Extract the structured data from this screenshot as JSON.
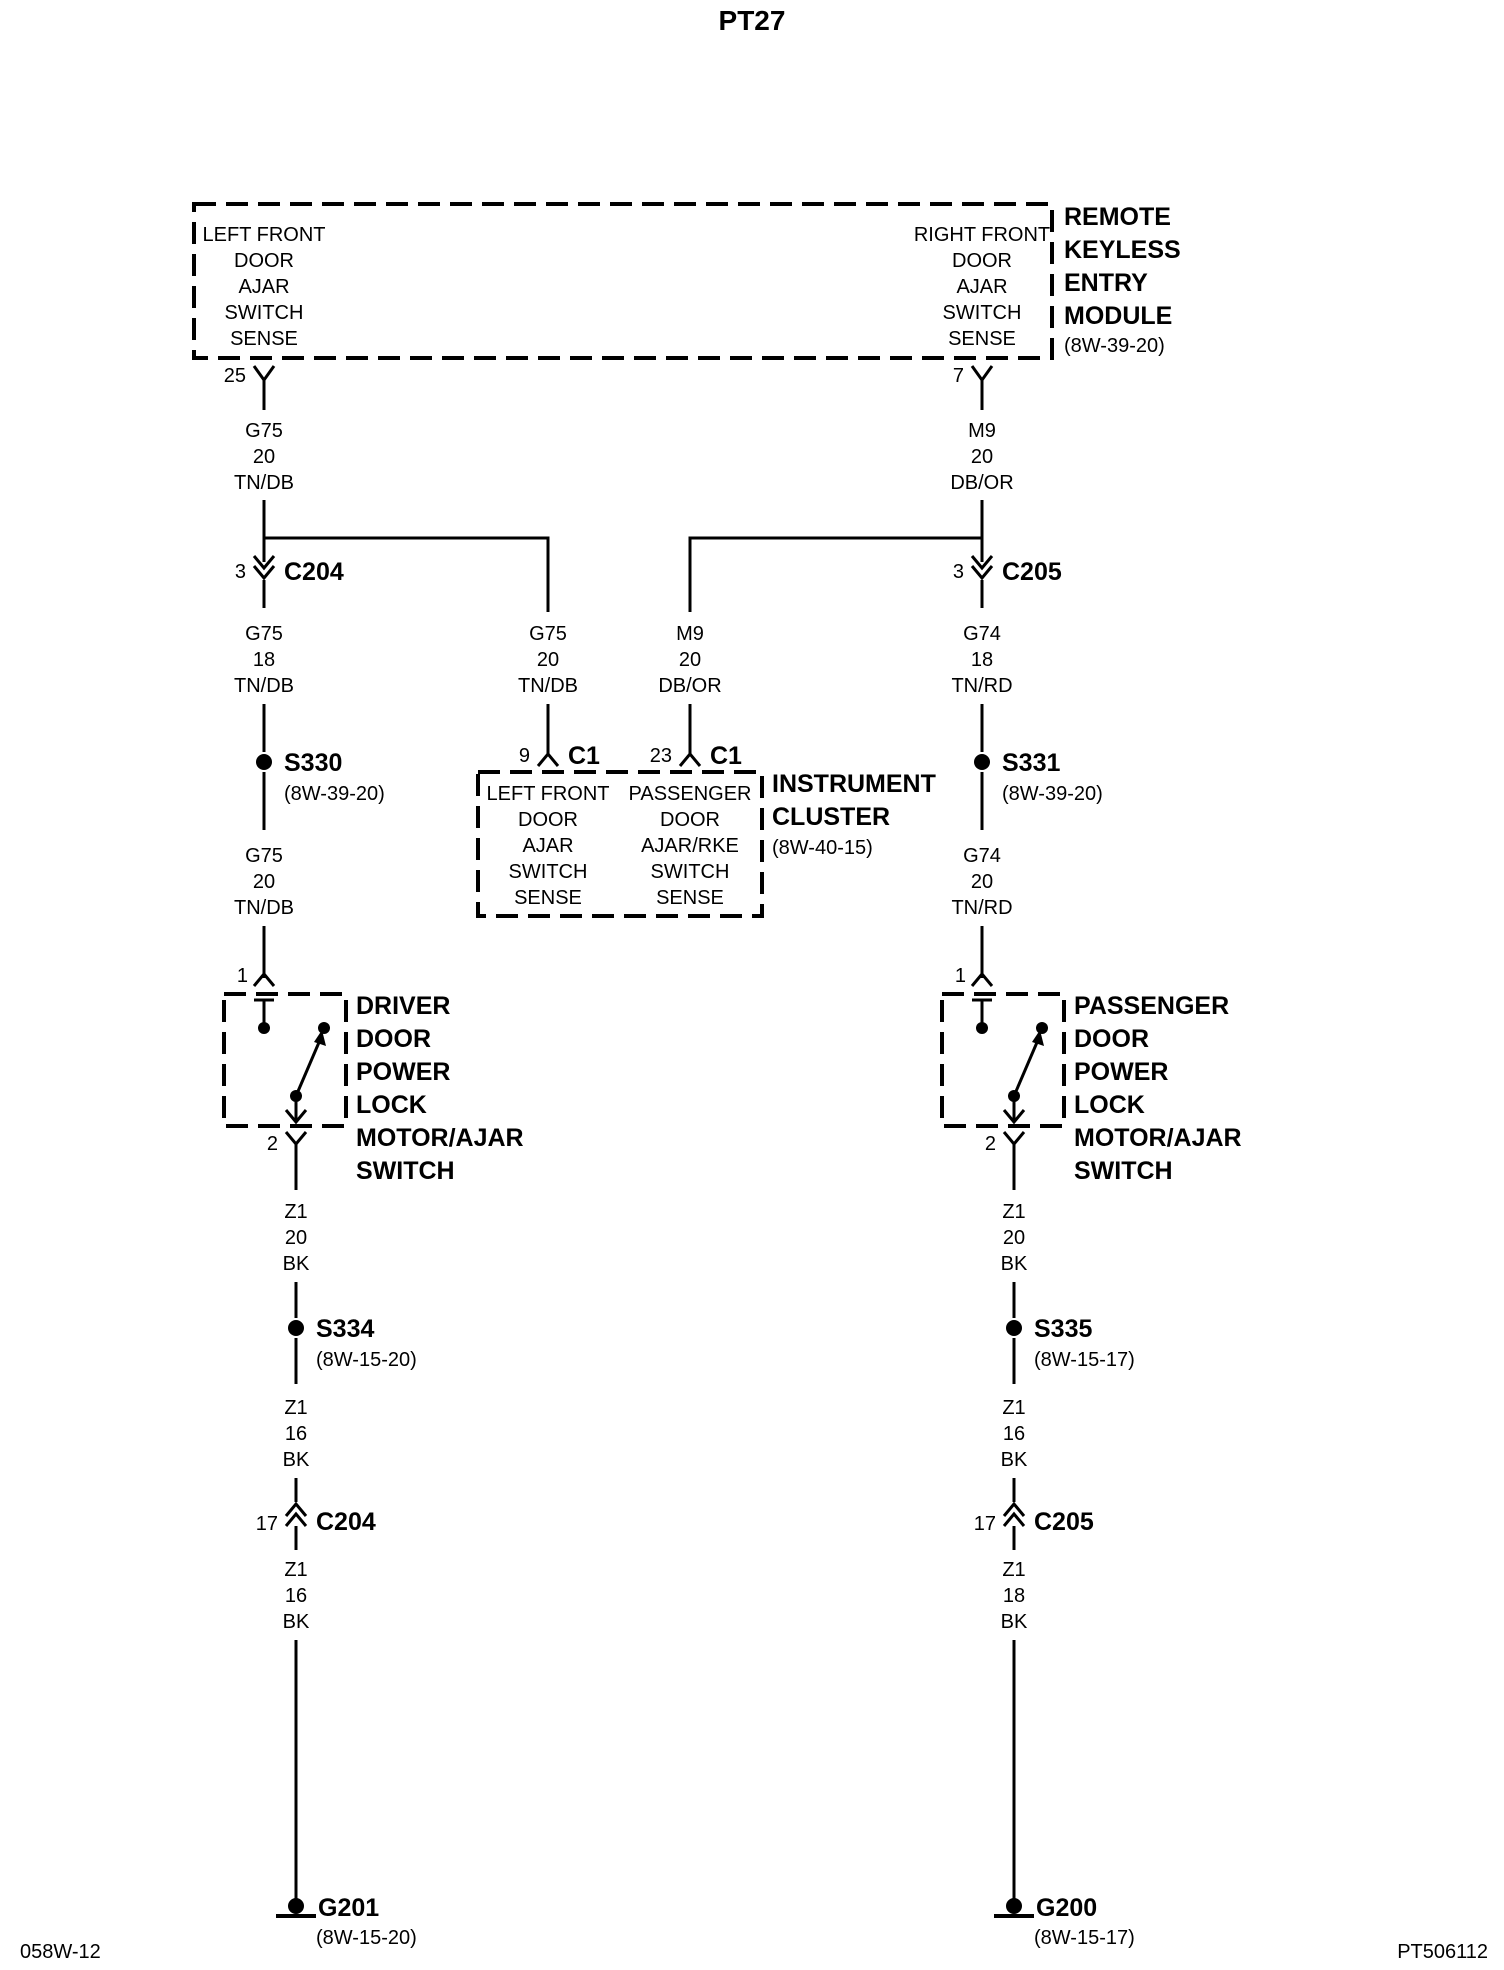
{
  "page_title": "PT27",
  "footer_left": "058W-12",
  "footer_right": "PT506112",
  "rke_module": {
    "name_lines": [
      "REMOTE",
      "KEYLESS",
      "ENTRY",
      "MODULE"
    ],
    "ref": "(8W-39-20)",
    "left_pin_lines": [
      "LEFT FRONT",
      "DOOR",
      "AJAR",
      "SWITCH",
      "SENSE"
    ],
    "right_pin_lines": [
      "RIGHT FRONT",
      "DOOR",
      "AJAR",
      "SWITCH",
      "SENSE"
    ],
    "left_pin": "25",
    "right_pin": "7"
  },
  "instrument_cluster": {
    "name_lines": [
      "INSTRUMENT",
      "CLUSTER"
    ],
    "ref": "(8W-40-15)",
    "left_pin_lines": [
      "LEFT FRONT",
      "DOOR",
      "AJAR",
      "SWITCH",
      "SENSE"
    ],
    "right_pin_lines": [
      "PASSENGER",
      "DOOR",
      "AJAR/RKE",
      "SWITCH",
      "SENSE"
    ],
    "left_pin": "9",
    "left_conn": "C1",
    "right_pin": "23",
    "right_conn": "C1"
  },
  "driver_switch": {
    "name_lines": [
      "DRIVER",
      "DOOR",
      "POWER",
      "LOCK",
      "MOTOR/AJAR",
      "SWITCH"
    ],
    "top_pin": "1",
    "bottom_pin": "2"
  },
  "passenger_switch": {
    "name_lines": [
      "PASSENGER",
      "DOOR",
      "POWER",
      "LOCK",
      "MOTOR/AJAR",
      "SWITCH"
    ],
    "top_pin": "1",
    "bottom_pin": "2"
  },
  "connectors": {
    "c204_top": {
      "pin": "3",
      "name": "C204"
    },
    "c205_top": {
      "pin": "3",
      "name": "C205"
    },
    "c204_bottom": {
      "pin": "17",
      "name": "C204"
    },
    "c205_bottom": {
      "pin": "17",
      "name": "C205"
    }
  },
  "splices": {
    "s330": {
      "name": "S330",
      "ref": "(8W-39-20)"
    },
    "s331": {
      "name": "S331",
      "ref": "(8W-39-20)"
    },
    "s334": {
      "name": "S334",
      "ref": "(8W-15-20)"
    },
    "s335": {
      "name": "S335",
      "ref": "(8W-15-17)"
    }
  },
  "grounds": {
    "g201": {
      "name": "G201",
      "ref": "(8W-15-20)"
    },
    "g200": {
      "name": "G200",
      "ref": "(8W-15-17)"
    }
  },
  "wires": {
    "w_left_top": [
      "G75",
      "20",
      "TN/DB"
    ],
    "w_right_top": [
      "M9",
      "20",
      "DB/OR"
    ],
    "w_left_mid": [
      "G75",
      "18",
      "TN/DB"
    ],
    "w_ic_left": [
      "G75",
      "20",
      "TN/DB"
    ],
    "w_ic_right": [
      "M9",
      "20",
      "DB/OR"
    ],
    "w_right_mid": [
      "G74",
      "18",
      "TN/RD"
    ],
    "w_left_low": [
      "G75",
      "20",
      "TN/DB"
    ],
    "w_right_low": [
      "G74",
      "20",
      "TN/RD"
    ],
    "w_left_gnd1": [
      "Z1",
      "20",
      "BK"
    ],
    "w_right_gnd1": [
      "Z1",
      "20",
      "BK"
    ],
    "w_left_gnd2": [
      "Z1",
      "16",
      "BK"
    ],
    "w_right_gnd2": [
      "Z1",
      "16",
      "BK"
    ],
    "w_left_gnd3": [
      "Z1",
      "16",
      "BK"
    ],
    "w_right_gnd3": [
      "Z1",
      "18",
      "BK"
    ]
  }
}
